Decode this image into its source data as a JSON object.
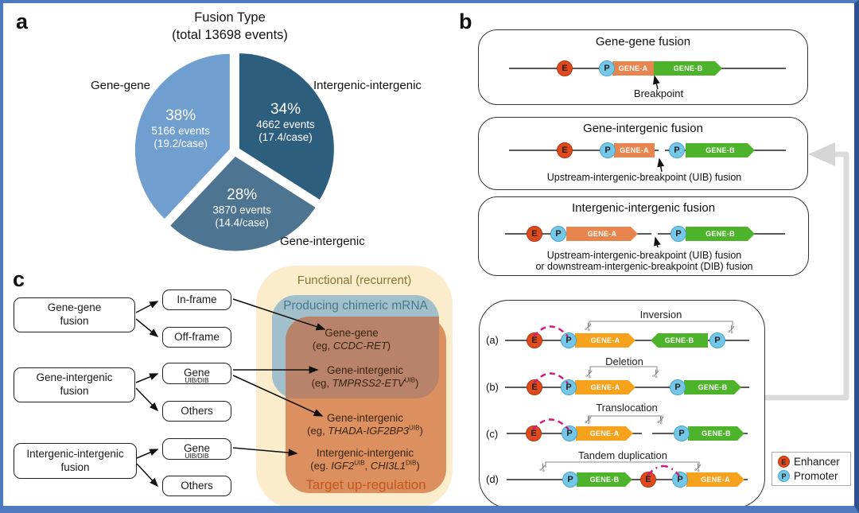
{
  "panel_labels": {
    "a": "a",
    "b": "b",
    "c": "c"
  },
  "chart_data": {
    "type": "pie",
    "title": "Fusion Type",
    "subtitle": "(total 13698 events)",
    "total_events": 13698,
    "start_angle_deg": 0,
    "clockwise": true,
    "slices": [
      {
        "label": "Intergenic-intergenic",
        "percent": 34,
        "events": 4662,
        "per_case": 17.4,
        "percent_label": "34%",
        "events_label": "4662 events",
        "per_case_label": "(17.4/case)",
        "color": "#2e5e7e"
      },
      {
        "label": "Gene-intergenic",
        "percent": 28,
        "events": 3870,
        "per_case": 14.4,
        "percent_label": "28%",
        "events_label": "3870 events",
        "per_case_label": "(14.4/case)",
        "color": "#4d7490"
      },
      {
        "label": "Gene-gene",
        "percent": 38,
        "events": 5166,
        "per_case": 19.2,
        "percent_label": "38%",
        "events_label": "5166 events",
        "per_case_label": "(19.2/case)",
        "color": "#6f9ecf"
      }
    ]
  },
  "panel_b": {
    "labels": {
      "enhancer": "E",
      "promoter": "P",
      "gene_a": "GENE-A",
      "gene_b": "GENE-B"
    },
    "box1": {
      "title": "Gene-gene fusion",
      "caption": "Breakpoint"
    },
    "box2": {
      "title": "Gene-intergenic fusion",
      "caption": "Upstream-intergenic-breakpoint (UIB) fusion"
    },
    "box3": {
      "title": "Intergenic-intergenic fusion",
      "caption_line1": "Upstream-intergenic-breakpoint (UIB) fusion",
      "caption_line2": "or downstream-intergenic-breakpoint (DIB) fusion"
    },
    "rearrangements": [
      {
        "id": "(a)",
        "name": "Inversion"
      },
      {
        "id": "(b)",
        "name": "Deletion"
      },
      {
        "id": "(c)",
        "name": "Translocation"
      },
      {
        "id": "(d)",
        "name": "Tandem duplication"
      }
    ],
    "legend": [
      {
        "symbol": "E",
        "label": "Enhancer"
      },
      {
        "symbol": "P",
        "label": "Promoter"
      }
    ]
  },
  "panel_c": {
    "tree": [
      {
        "source_line1": "Gene-gene",
        "source_line2": "fusion",
        "targets": [
          {
            "parts": [
              {
                "t": "In-frame"
              }
            ]
          },
          {
            "parts": [
              {
                "t": "Off-frame"
              }
            ]
          }
        ]
      },
      {
        "source_line1": "Gene-intergenic",
        "source_line2": "fusion",
        "targets": [
          {
            "parts": [
              {
                "t": "Gene"
              },
              {
                "sup": "UIB/DIB"
              }
            ]
          },
          {
            "parts": [
              {
                "t": "Others"
              }
            ]
          }
        ]
      },
      {
        "source_line1": "Intergenic-intergenic",
        "source_line2": "fusion",
        "targets": [
          {
            "parts": [
              {
                "t": "Gene"
              },
              {
                "sup": "UIB/DIB"
              }
            ]
          },
          {
            "parts": [
              {
                "t": "Others"
              }
            ]
          }
        ]
      }
    ],
    "venn": {
      "functional_label": "Functional (recurrent)",
      "mrna_label": "Producing chimeric mRNA",
      "target_label": "Target up-regulation",
      "entries": [
        {
          "title": "Gene-gene",
          "example_parts": [
            {
              "t": "(eg, "
            },
            {
              "t": "CCDC-RET",
              "i": true
            },
            {
              "t": ")"
            }
          ]
        },
        {
          "title": "Gene-intergenic",
          "example_parts": [
            {
              "t": "(eg, "
            },
            {
              "t": "TMPRSS2-ETV",
              "i": true
            },
            {
              "sup": "UIB"
            },
            {
              "t": ")"
            }
          ]
        },
        {
          "title": "Gene-intergenic",
          "example_parts": [
            {
              "t": "(eg, "
            },
            {
              "t": "THADA-IGF2BP3",
              "i": true
            },
            {
              "sup": "UIB"
            },
            {
              "t": ")"
            }
          ]
        },
        {
          "title": "Intergenic-intergenic",
          "example_parts": [
            {
              "t": "(eg. "
            },
            {
              "t": "IGF2",
              "i": true
            },
            {
              "sup": "UIB"
            },
            {
              "t": ", "
            },
            {
              "t": "CHI3L1",
              "i": true
            },
            {
              "sup": "DIB"
            },
            {
              "t": ")"
            }
          ]
        }
      ]
    }
  },
  "colors": {
    "frame_border": "#4e7bc0",
    "enhancer": "#e0491c",
    "promoter": "#74c7e6",
    "gene_a_salmon": "#e8854e",
    "gene_a_amber": "#f6a21d",
    "gene_b_green": "#4db32b",
    "loop_magenta": "#d4187e",
    "venn_outer": "#fbeccb",
    "venn_mrna": "#a2c0cb",
    "venn_target": "#dc9060",
    "venn_overlap": "#b8826b",
    "gray_connector": "#dcdcdc"
  }
}
